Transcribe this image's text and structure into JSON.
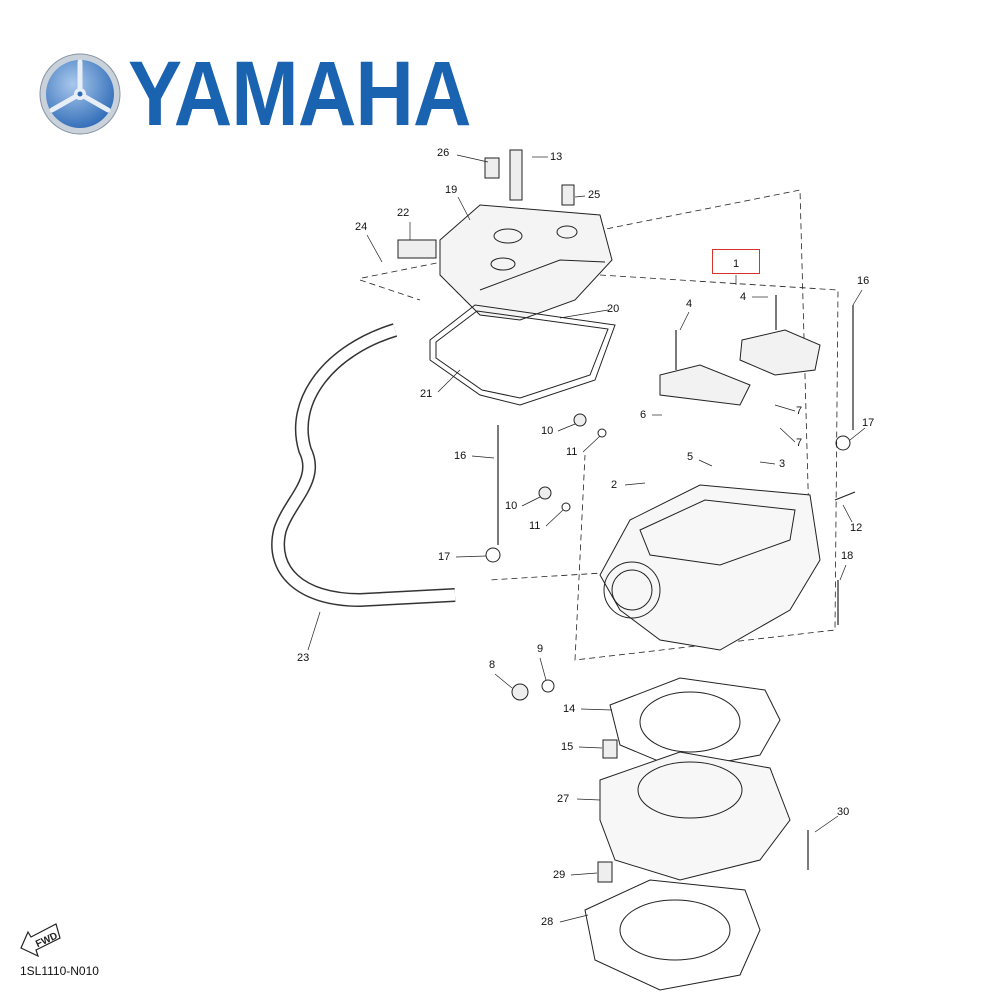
{
  "brand": {
    "name": "YAMAHA",
    "color": "#1a63b0",
    "emblem": "tuning-fork-emblem"
  },
  "diagram": {
    "code": "1SL1110-N010",
    "direction_marker": "FWD",
    "highlight_color": "#d6332f",
    "highlighted_part": "1",
    "callouts": [
      {
        "id": "c26",
        "label": "26"
      },
      {
        "id": "c13",
        "label": "13"
      },
      {
        "id": "c25",
        "label": "25"
      },
      {
        "id": "c19",
        "label": "19"
      },
      {
        "id": "c22",
        "label": "22"
      },
      {
        "id": "c24",
        "label": "24"
      },
      {
        "id": "c1",
        "label": "1"
      },
      {
        "id": "c4a",
        "label": "4"
      },
      {
        "id": "c16a",
        "label": "16"
      },
      {
        "id": "c4b",
        "label": "4"
      },
      {
        "id": "c20",
        "label": "20"
      },
      {
        "id": "c21",
        "label": "21"
      },
      {
        "id": "c6",
        "label": "6"
      },
      {
        "id": "c7a",
        "label": "7"
      },
      {
        "id": "c7b",
        "label": "7"
      },
      {
        "id": "c17a",
        "label": "17"
      },
      {
        "id": "c10a",
        "label": "10"
      },
      {
        "id": "c11a",
        "label": "11"
      },
      {
        "id": "c16b",
        "label": "16"
      },
      {
        "id": "c5",
        "label": "5"
      },
      {
        "id": "c3",
        "label": "3"
      },
      {
        "id": "c2",
        "label": "2"
      },
      {
        "id": "c10b",
        "label": "10"
      },
      {
        "id": "c11b",
        "label": "11"
      },
      {
        "id": "c12",
        "label": "12"
      },
      {
        "id": "c17b",
        "label": "17"
      },
      {
        "id": "c18",
        "label": "18"
      },
      {
        "id": "c23",
        "label": "23"
      },
      {
        "id": "c9",
        "label": "9"
      },
      {
        "id": "c8",
        "label": "8"
      },
      {
        "id": "c14",
        "label": "14"
      },
      {
        "id": "c15",
        "label": "15"
      },
      {
        "id": "c27",
        "label": "27"
      },
      {
        "id": "c30",
        "label": "30"
      },
      {
        "id": "c29",
        "label": "29"
      },
      {
        "id": "c28",
        "label": "28"
      }
    ]
  }
}
